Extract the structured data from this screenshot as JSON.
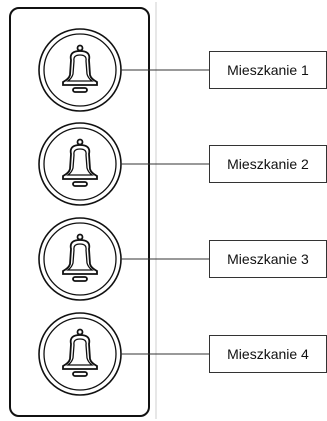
{
  "intercom": {
    "buttons": [
      {
        "label": "Mieszkanie 1",
        "icon": "bell-icon"
      },
      {
        "label": "Mieszkanie 2",
        "icon": "bell-icon"
      },
      {
        "label": "Mieszkanie 3",
        "icon": "bell-icon"
      },
      {
        "label": "Mieszkanie 4",
        "icon": "bell-icon"
      }
    ]
  }
}
